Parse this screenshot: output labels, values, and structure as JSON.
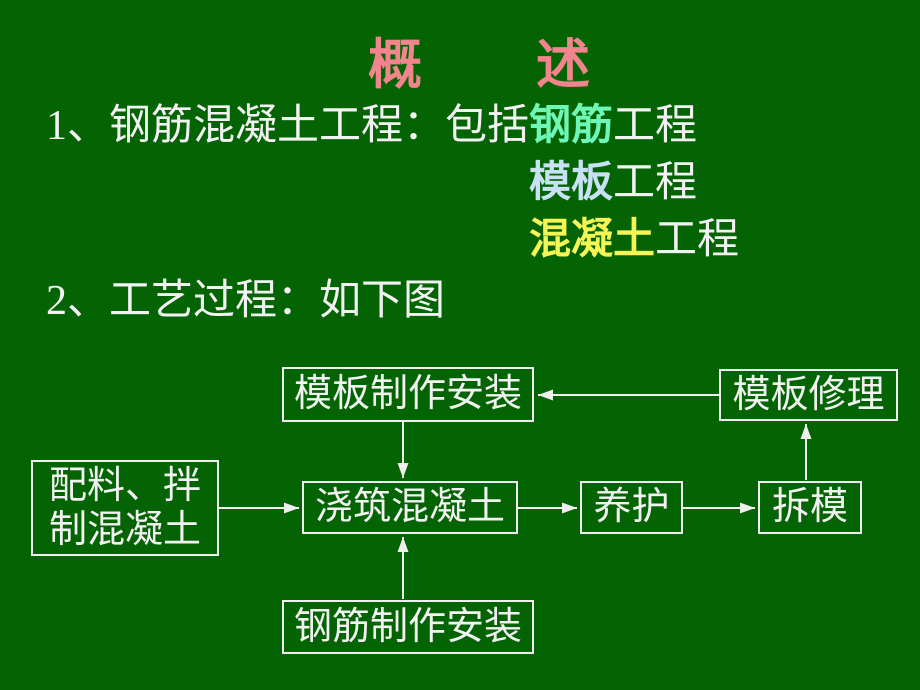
{
  "slide": {
    "background_color": "#046404",
    "title": "概　　述",
    "title_color": "#F2848E",
    "list": {
      "item1_prefix": "1、钢筋混凝土工程：包括",
      "works": [
        {
          "term": "钢筋",
          "suffix": "工程",
          "term_color": "#6EF7B7"
        },
        {
          "term": "模板",
          "suffix": "工程",
          "term_color": "#C8E1F5"
        },
        {
          "term": "混凝土",
          "suffix": "工程",
          "term_color": "#F5F556"
        }
      ],
      "item2": "2、工艺过程：如下图"
    }
  },
  "flowchart": {
    "line_color": "#EFEFEF",
    "boxes": {
      "formwork_make": "模板制作安装",
      "formwork_repair": "模板修理",
      "batching_line1": "配料、拌",
      "batching_line2": "制混凝土",
      "pouring": "浇筑混凝土",
      "curing": "养护",
      "stripping": "拆模",
      "rebar_make": "钢筋制作安装"
    },
    "edges": [
      "模板修理 → 模板制作安装",
      "模板制作安装 → 浇筑混凝土",
      "配料、拌制混凝土 → 浇筑混凝土",
      "浇筑混凝土 → 养护",
      "养护 → 拆模",
      "拆模 → 模板修理",
      "钢筋制作安装 → 浇筑混凝土"
    ]
  }
}
